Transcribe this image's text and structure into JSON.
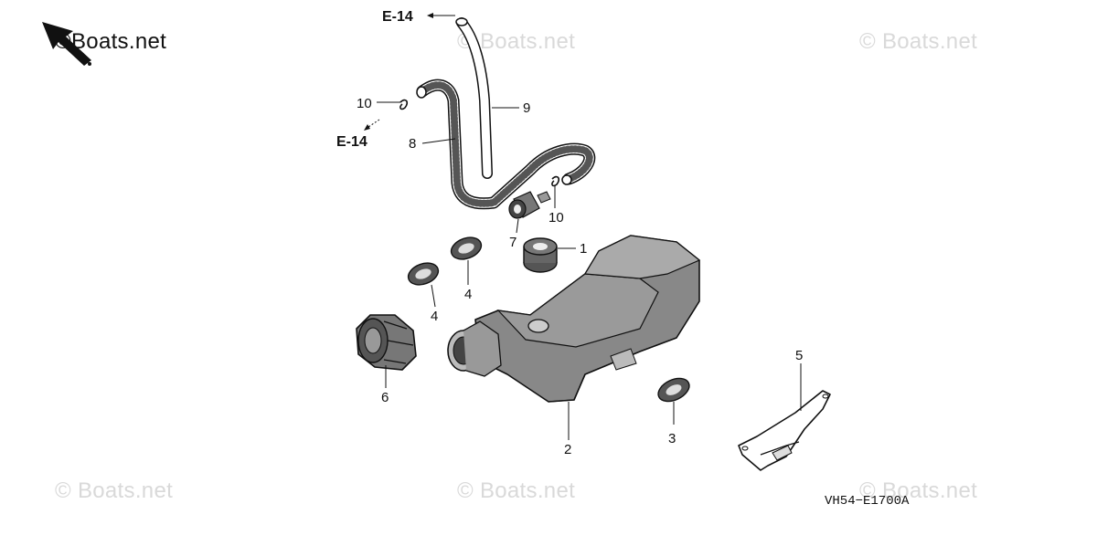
{
  "watermarks": {
    "top_left": "©Boats.net",
    "top_center": "© Boats.net",
    "top_right": "© Boats.net",
    "bottom_left": "© Boats.net",
    "bottom_center": "© Boats.net",
    "bottom_right": "© Boats.net"
  },
  "references": {
    "top": "E-14",
    "left": "E-14"
  },
  "callouts": {
    "p1": "1",
    "p2": "2",
    "p3": "3",
    "p4a": "4",
    "p4b": "4",
    "p5": "5",
    "p6": "6",
    "p7": "7",
    "p8": "8",
    "p9": "9",
    "p10a": "10",
    "p10b": "10"
  },
  "diagram_code": "VH54−E1700A"
}
